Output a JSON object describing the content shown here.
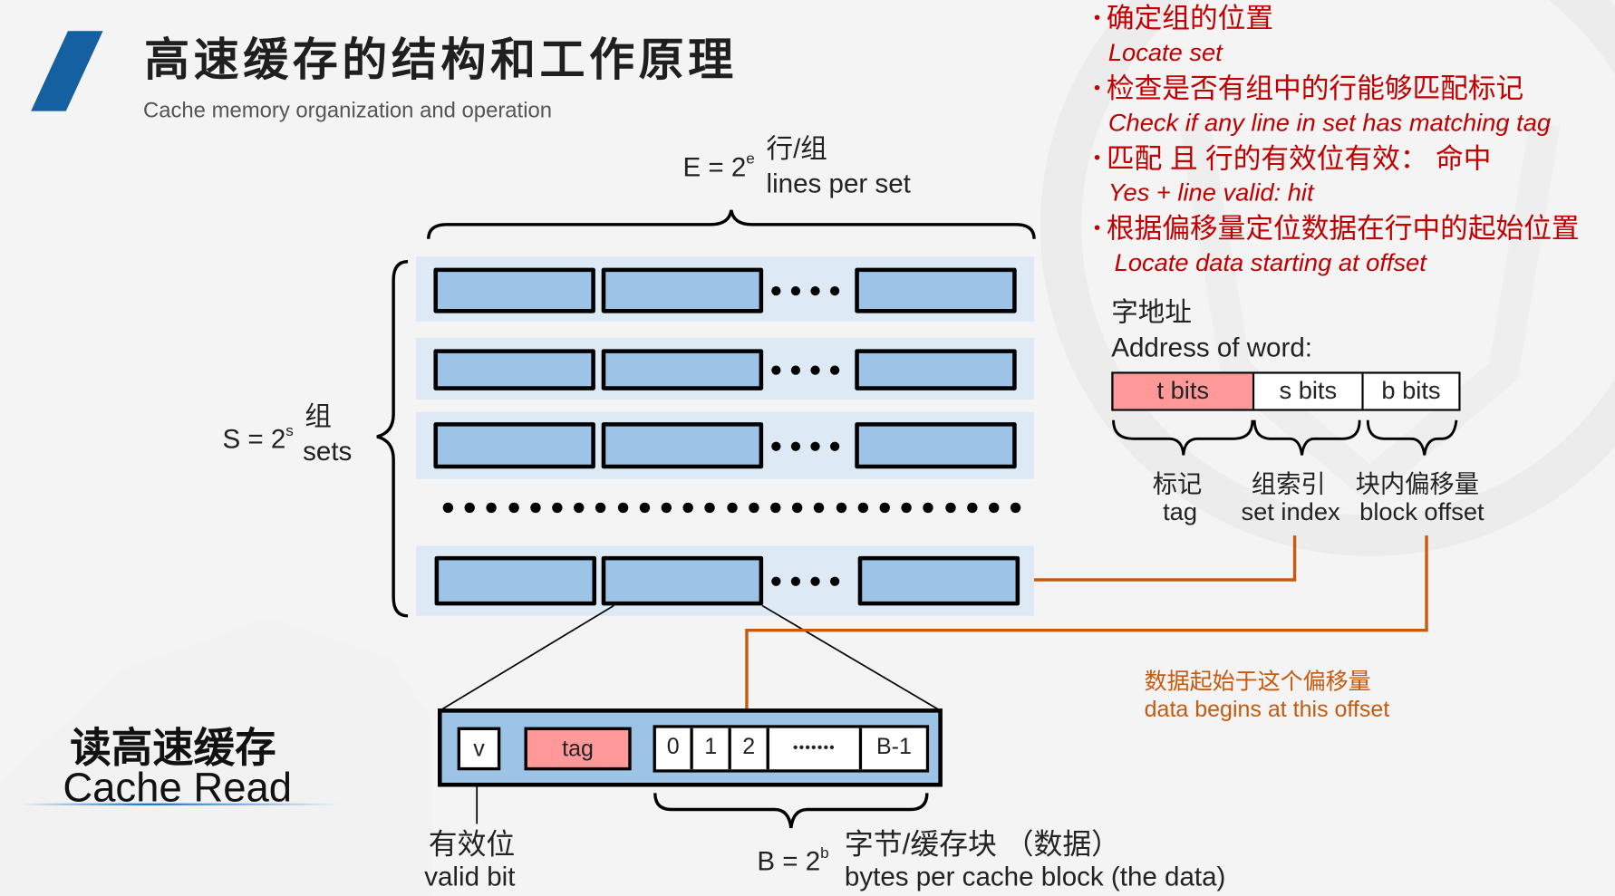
{
  "slide": {
    "title": "高速缓存的结构和工作原理",
    "subtitle": "Cache memory organization and operation"
  },
  "steps": [
    {
      "zh": "确定组的位置",
      "en": "Locate set"
    },
    {
      "zh": "检查是否有组中的行能够匹配标记",
      "en": "Check if any line in set has matching tag"
    },
    {
      "zh": "匹配 且 行的有效位有效：  命中",
      "en": "Yes + line valid: hit"
    },
    {
      "zh": "根据偏移量定位数据在行中的起始位置",
      "en": "Locate data starting at offset"
    }
  ],
  "lines_per_set": {
    "formula_base": "E = 2",
    "formula_exp": "e",
    "zh": "行/组",
    "en": "lines per set"
  },
  "sets": {
    "formula_base": "S = 2",
    "formula_exp": "s",
    "zh": "组",
    "en": "sets"
  },
  "address": {
    "zh": "字地址",
    "en": "Address of word:",
    "fields": [
      {
        "label": "t bits",
        "zh": "标记",
        "en": "tag",
        "color": "#ff9999"
      },
      {
        "label": "s bits",
        "zh": "组索引",
        "en": "set index",
        "color": "#ffffff"
      },
      {
        "label": "b bits",
        "zh": "块内偏移量",
        "en": "block offset",
        "color": "#ffffff"
      }
    ]
  },
  "line_detail": {
    "valid": "v",
    "tag": "tag",
    "bytes": [
      "0",
      "1",
      "2",
      "•••••••",
      "B-1"
    ],
    "valid_zh": "有效位",
    "valid_en": "valid bit"
  },
  "block": {
    "formula_base": "B = 2",
    "formula_exp": "b",
    "zh": "字节/缓存块  （数据）",
    "en": "bytes per cache block (the data)"
  },
  "offset_note": {
    "zh": "数据起始于这个偏移量",
    "en": "data begins at this offset"
  },
  "section": {
    "zh": "读高速缓存",
    "en": "Cache Read"
  },
  "colors": {
    "accent": "#1560a0",
    "line_fill": "#9dc3e6",
    "set_bg": "#dde9f5",
    "tag_fill": "#ff9999",
    "step_text": "#c00000",
    "pointer": "#c55a11"
  }
}
